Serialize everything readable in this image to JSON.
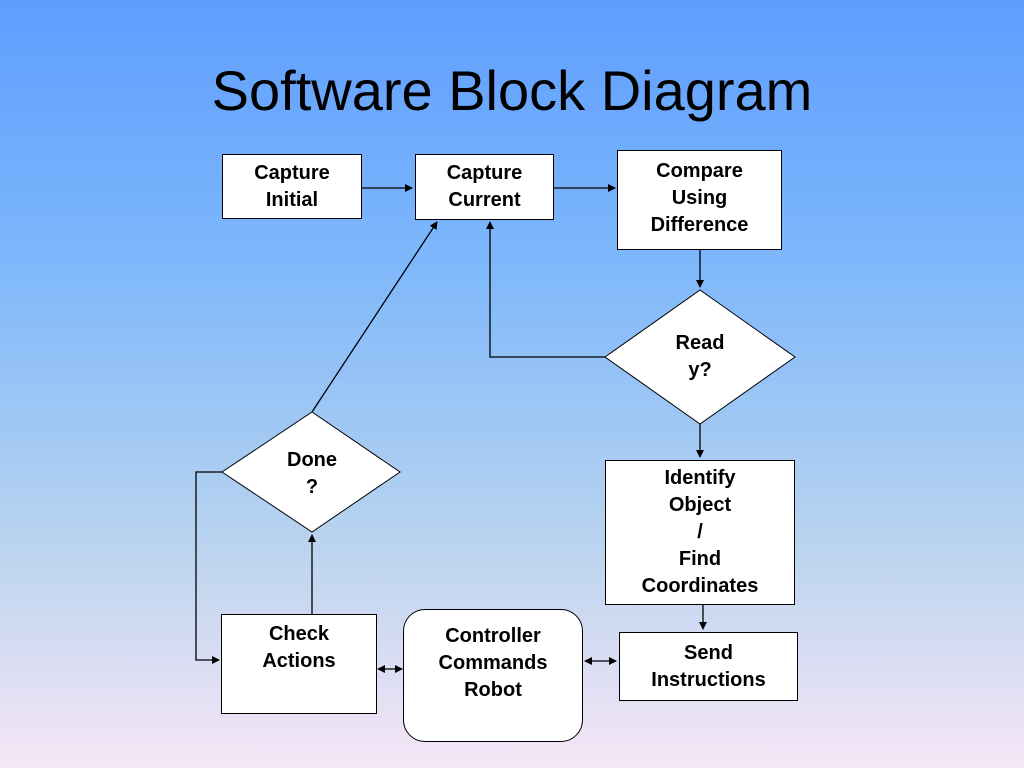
{
  "title": "Software Block Diagram",
  "nodes": {
    "capture_initial": "Capture\nInitial",
    "capture_current": "Capture\nCurrent",
    "compare": "Compare\nUsing\nDifference",
    "ready": "Read\ny?",
    "identify": "Identify\nObject\n/\nFind\nCoordinates",
    "send": "Send\nInstructions",
    "controller": "Controller\nCommands\nRobot",
    "check": "Check\nActions",
    "done": "Done\n?"
  },
  "colors": {
    "background_top": "#5e9efe",
    "background_bottom": "#f6e6f6",
    "box_fill": "#ffffff",
    "line": "#000000"
  }
}
